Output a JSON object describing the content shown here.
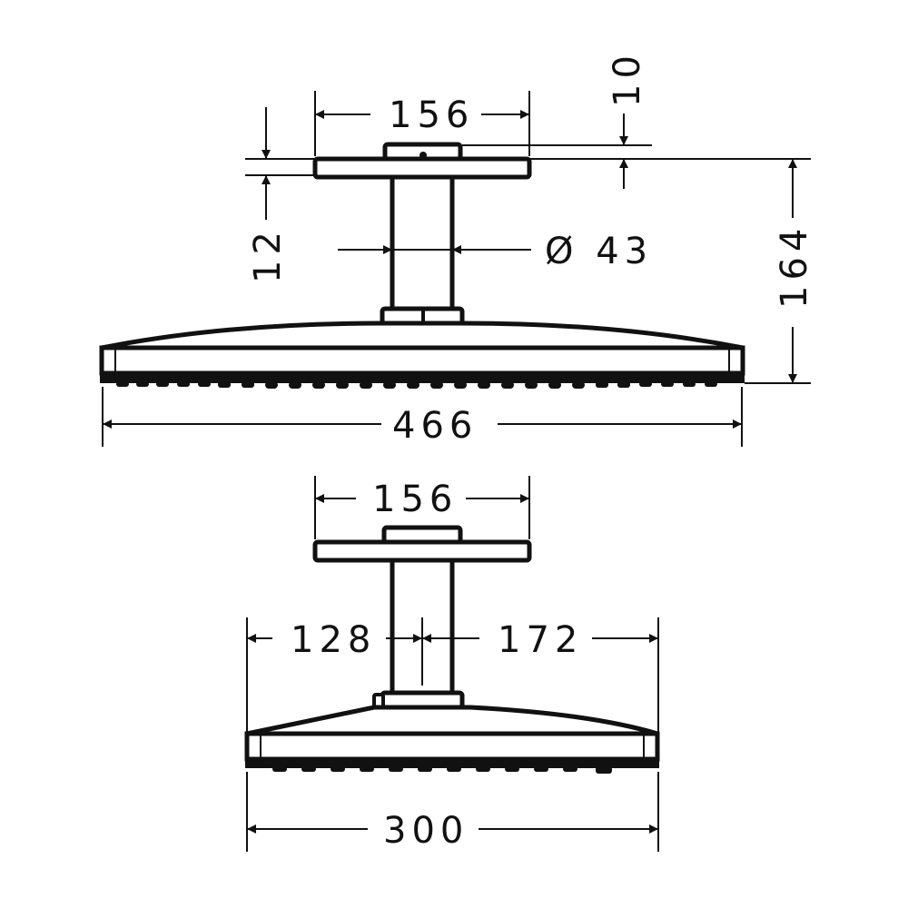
{
  "colors": {
    "stroke": "#111111",
    "background": "#ffffff"
  },
  "top_view": {
    "dimensions": {
      "mount_width": "156",
      "mount_plate_thickness": "12",
      "cap_height": "10",
      "arm_diameter": "Ø 43",
      "total_height": "164",
      "head_width": "466"
    }
  },
  "bottom_view": {
    "dimensions": {
      "mount_width": "156",
      "offset_left": "128",
      "offset_right": "172",
      "head_depth": "300"
    }
  }
}
